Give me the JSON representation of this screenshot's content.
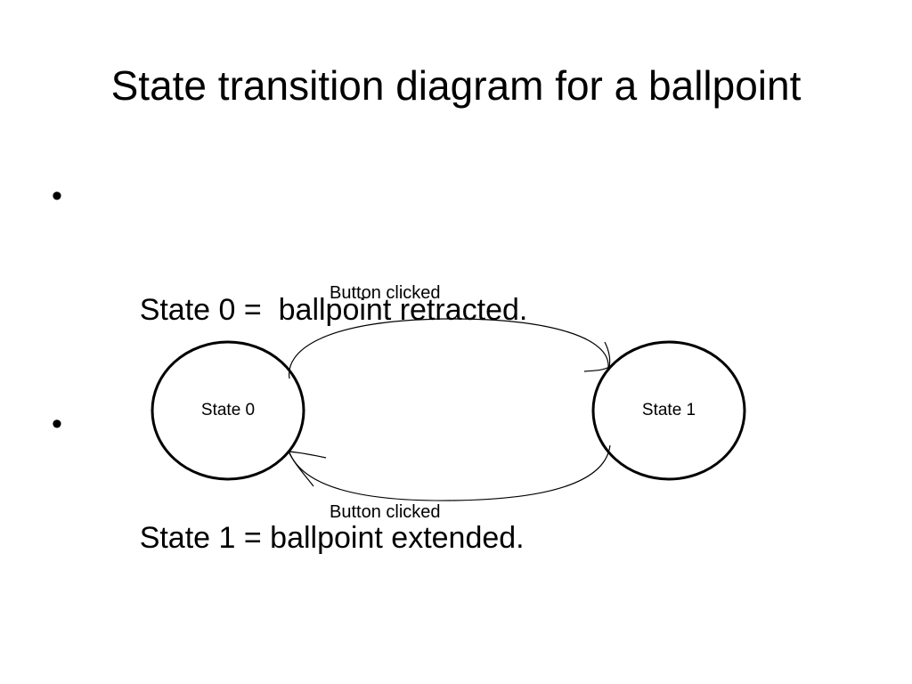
{
  "slide": {
    "title": "State transition diagram for a ballpoint",
    "bullets": [
      "State 0 =  ballpoint retracted.",
      "State 1 = ballpoint extended."
    ]
  },
  "diagram": {
    "states": [
      {
        "label": "State 0"
      },
      {
        "label": "State 1"
      }
    ],
    "transitions": [
      {
        "from": "State 0",
        "to": "State 1",
        "label": "Button clicked"
      },
      {
        "from": "State 1",
        "to": "State 0",
        "label": "Button clicked"
      }
    ]
  }
}
